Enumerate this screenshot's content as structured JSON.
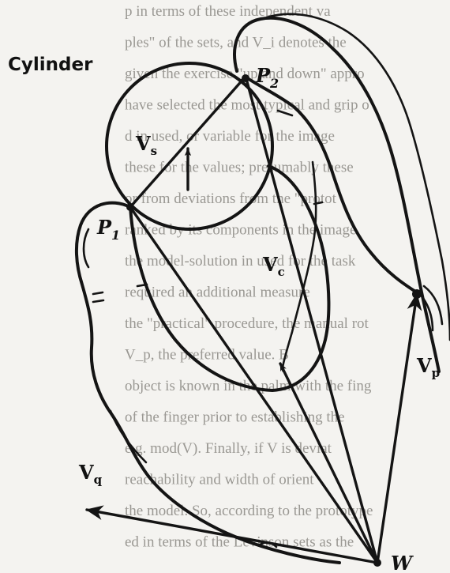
{
  "labels": {
    "cylinder": "Cylinder",
    "p1_main": "P",
    "p1_sub": "1",
    "p2_main": "P",
    "p2_sub": "2",
    "vs_main": "V",
    "vs_sub": "s",
    "vc_main": "V",
    "vc_sub": "c",
    "vp_main": "V",
    "vp_sub": "p",
    "vq_main": "V",
    "vq_sub": "q",
    "w": "W"
  },
  "background_text": [
    "p in terms of these independent va",
    "ples\" of the sets, and V_i denotes the",
    "given the exercise \"up and down\" appro",
    "have selected the most typical and grip o",
    "d in used, or variable for the image",
    "these for the values; presumably these",
    "or from deviations from the \"protot",
    "ranked by its components in the image",
    "the model-solution in used for the task",
    "required an additional measure",
    "the \"practical\" procedure, the manual rot",
    "V_p, the preferred value. B",
    "object is known in the palm with the fing",
    "of the finger prior to establishing the",
    "e.g. mod(V). Finally, if V is deviat",
    "reachability and width of orient",
    "the model. So, according to the prototype",
    "ed in terms of the Levinson sets as the"
  ],
  "colors": {
    "ink": "#141414",
    "paper": "#f4f3f0",
    "faded_text": "#9a9893"
  }
}
